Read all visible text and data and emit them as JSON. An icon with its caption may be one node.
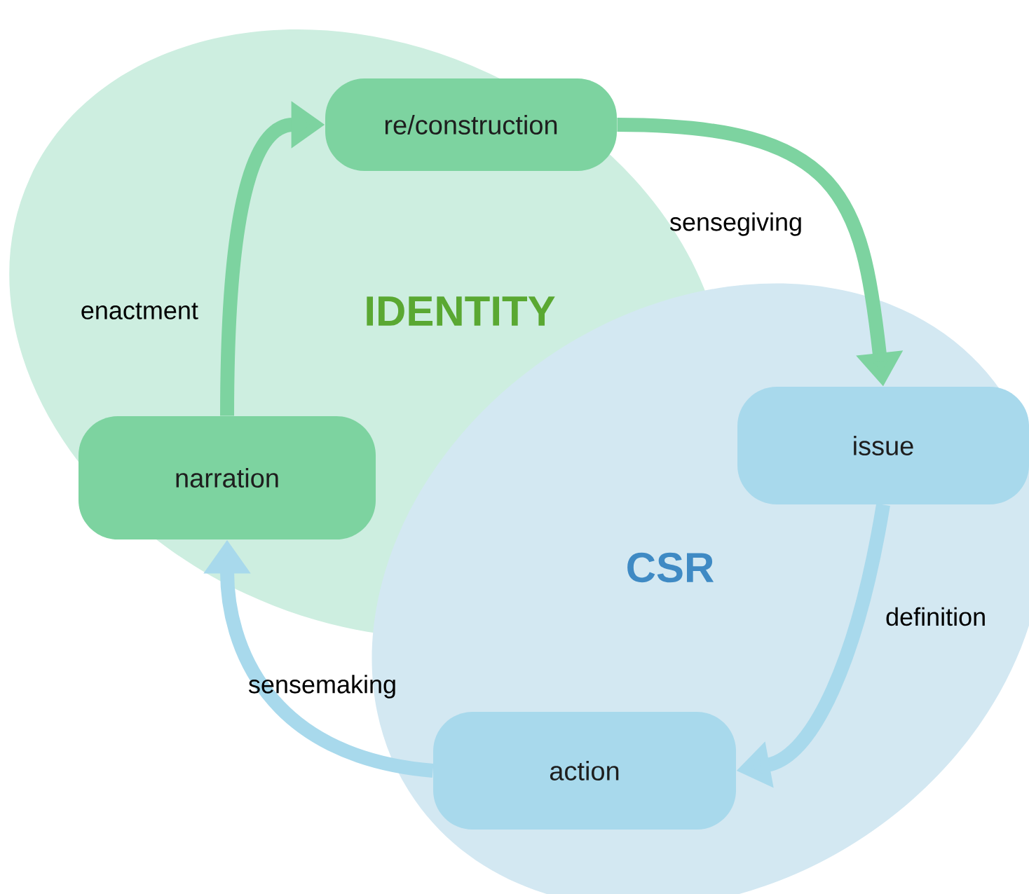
{
  "diagram": {
    "nodes": [
      {
        "text": [
          "IDENTITY"
        ]
      },
      {
        "text": [
          "CSR"
        ]
      },
      {
        "text": [
          "re/construction"
        ],
        "in": 0
      },
      {
        "text": [
          "issue"
        ],
        "in": 1
      },
      {
        "text": [
          "action"
        ],
        "in": 1
      },
      {
        "text": [
          "narration"
        ],
        "in": 0
      }
    ],
    "edges": [
      {
        "from": 2,
        "to": 3,
        "arrow": "to",
        "label": "sensegiving",
        "color": "#7dd3a0"
      },
      {
        "from": 3,
        "to": 4,
        "arrow": "to",
        "label": "definition",
        "color": "#a8d9ec"
      },
      {
        "from": 4,
        "to": 5,
        "arrow": "to",
        "label": "sensemaking",
        "color": "#a8d9ec"
      },
      {
        "from": 5,
        "to": 2,
        "arrow": "to",
        "label": "enactment",
        "color": "#7dd3a0"
      }
    ]
  }
}
